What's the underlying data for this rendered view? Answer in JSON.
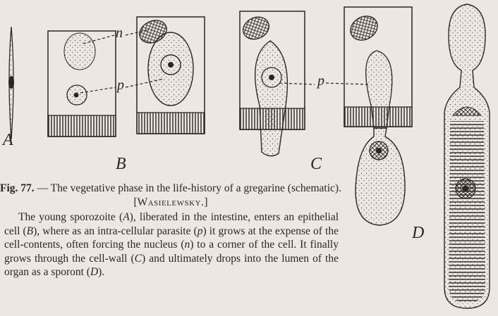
{
  "figure": {
    "panel_labels": {
      "a": "A",
      "b": "B",
      "c": "C",
      "d": "D"
    },
    "leader_labels": {
      "nucleus": "n",
      "parasite": "p"
    }
  },
  "caption": {
    "fig_number": "Fig. 77.",
    "title": " — The vegetative phase in the life-history of a gregarine (schematic).",
    "author_open": "[",
    "author": "Wasielewsky.",
    "author_close": "]",
    "body_1": "The young sporozoite (",
    "ref_a": "A",
    "body_2": "), liberated in the intestine, enters an epithelial cell (",
    "ref_b": "B",
    "body_3": "), where as an intra-cellular parasite (",
    "ref_p": "p",
    "body_4": ") it grows at the expense of the cell-contents, often forcing the nucleus (",
    "ref_n": "n",
    "body_5": ") to a corner of the cell. It finally grows through the cell-wall (",
    "ref_c": "C",
    "body_6": ") and ultimately drops into the lumen of the organ as a sporont (",
    "ref_d": "D",
    "body_7": ")."
  }
}
